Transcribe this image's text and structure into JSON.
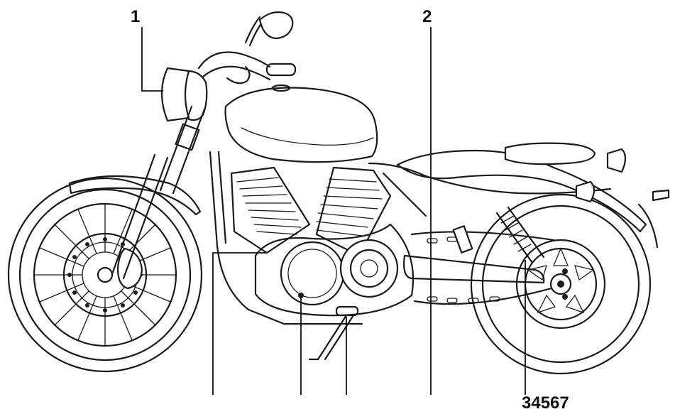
{
  "callouts": {
    "label_1": "1",
    "label_2": "2",
    "label_bottom": "34567"
  },
  "colors": {
    "line": "#1a1a1a",
    "background": "#ffffff"
  }
}
